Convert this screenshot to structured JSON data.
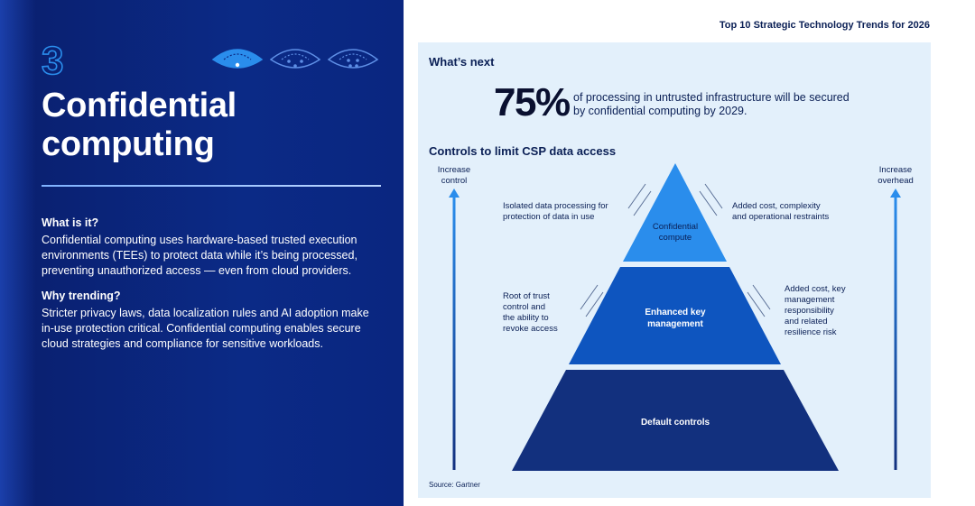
{
  "header": {
    "report_title": "Top 10 Strategic Technology Trends for 2026"
  },
  "left": {
    "number": "3",
    "title_line1": "Confidential",
    "title_line2": "computing",
    "what_head": "What is it?",
    "what_body_lines": [
      "Confidential computing uses hardware-based trusted execution",
      "environments (TEEs) to protect data while it’s being processed,",
      "preventing unauthorized access — even from cloud providers."
    ],
    "why_head": "Why trending?",
    "why_body_lines": [
      "Stricter privacy laws, data localization rules and AI adoption make",
      "in-use protection critical. Confidential computing enables secure",
      "cloud strategies and compliance for sensitive workloads."
    ],
    "icons": [
      "radar-icon-active",
      "radar-icon",
      "radar-icon"
    ]
  },
  "panel": {
    "whats_next": "What’s next",
    "stat_value": "75%",
    "stat_text_line1": "of processing in untrusted infrastructure will be secured",
    "stat_text_line2": "by confidential computing by 2029.",
    "controls_head": "Controls to limit CSP data access",
    "left_axis_lines": [
      "Increase",
      "control"
    ],
    "right_axis_lines": [
      "Increase",
      "overhead"
    ],
    "tiers": [
      {
        "label_lines": [
          "Confidential",
          "compute"
        ],
        "color": "#2a8dec",
        "left_note": [
          "Isolated data processing for",
          "protection of data in use"
        ],
        "right_note": [
          "Added cost, complexity",
          "and operational restraints"
        ]
      },
      {
        "label_lines": [
          "Enhanced key",
          "management"
        ],
        "color": "#0e55bf",
        "left_note": [
          "Root of trust",
          "control and",
          "the ability to",
          "revoke access"
        ],
        "right_note": [
          "Added cost, key",
          "management",
          "responsibility",
          "and related",
          "resilience risk"
        ]
      },
      {
        "label_lines": [
          "Default controls"
        ],
        "color": "#12307e",
        "left_note": [],
        "right_note": []
      }
    ],
    "source": "Source: Gartner"
  },
  "colors": {
    "navy": "#0a1f6e",
    "panel_bg": "#e3f0fb",
    "text_dark": "#0a1f55",
    "arrow_left": "#2a8dec",
    "arrow_right": "#2a8dec"
  }
}
